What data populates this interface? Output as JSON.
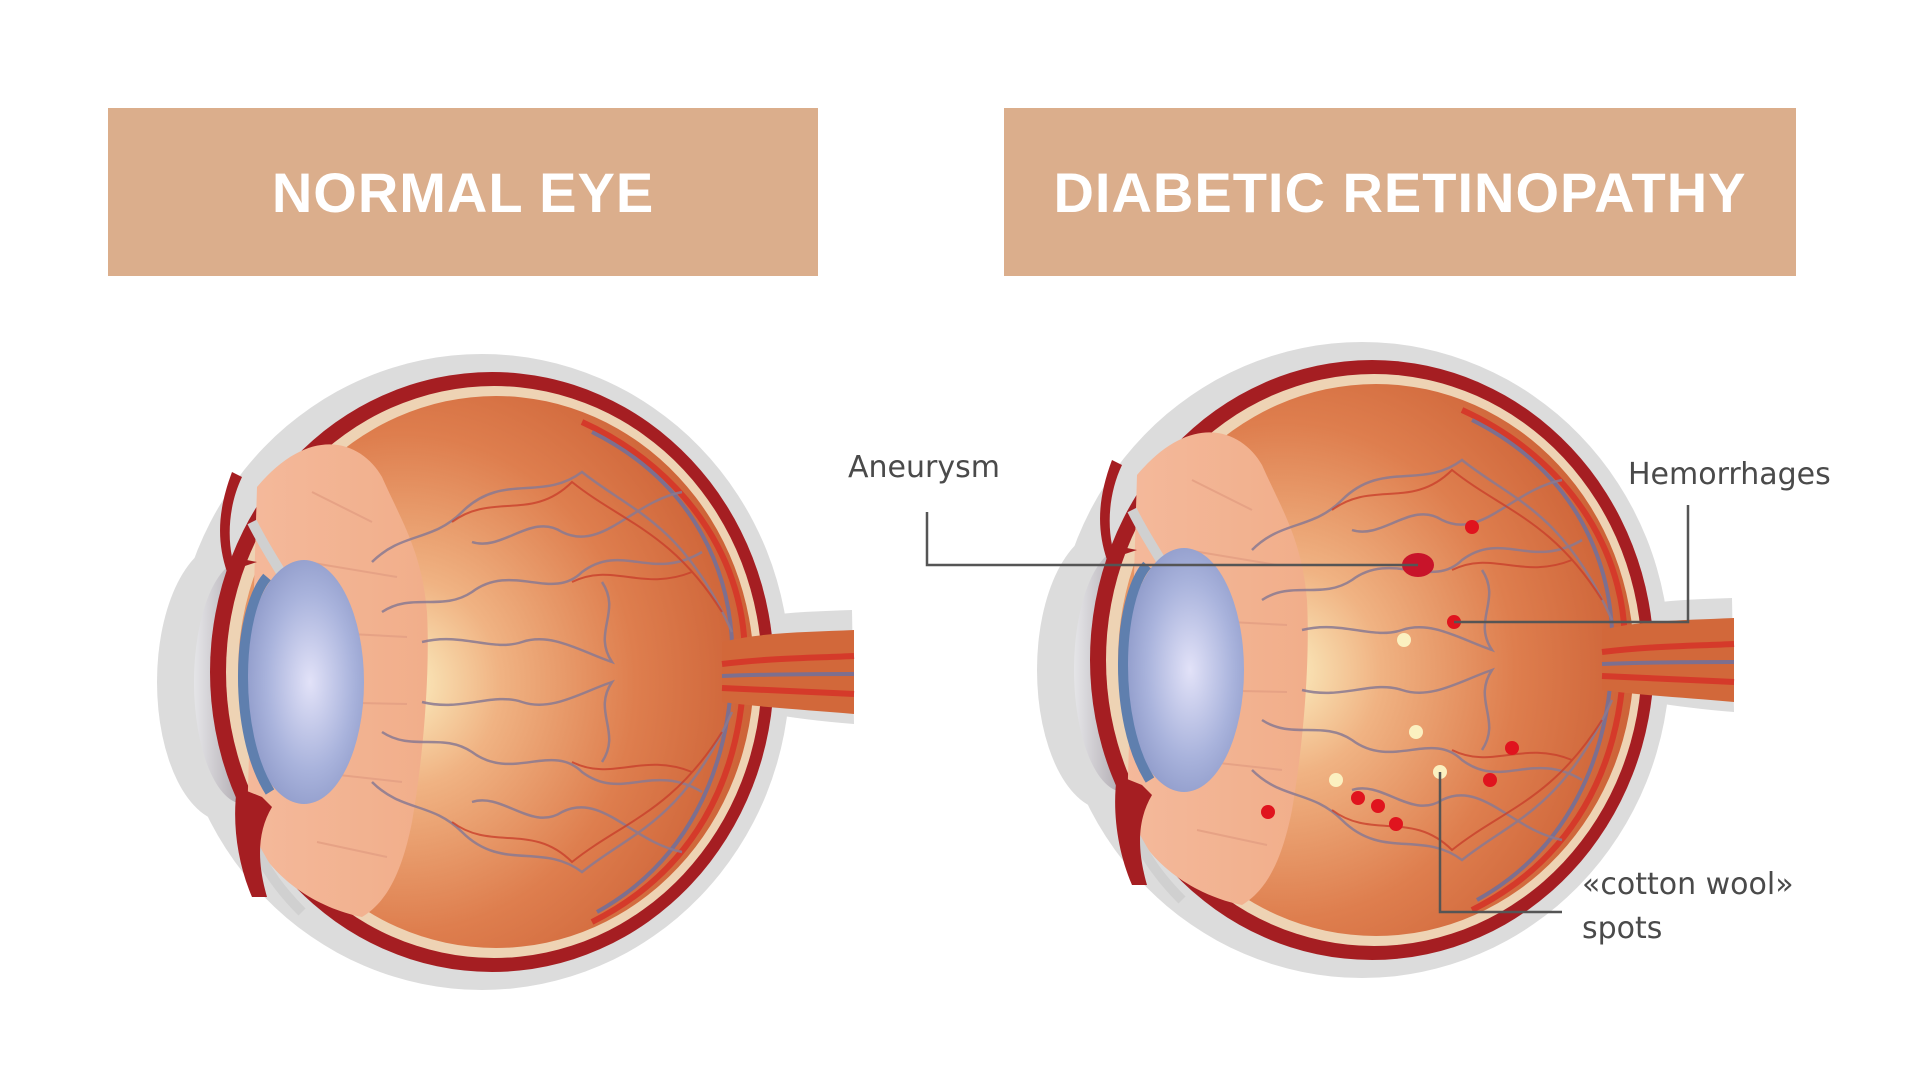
{
  "banners": {
    "left": {
      "label": "NORMAL EYE"
    },
    "right": {
      "label": "DIABETIC RETINOPATHY"
    }
  },
  "annotations": {
    "aneurysm": "Aneurysm",
    "hemorrhages": "Hemorrhages",
    "cotton_wool_line1": "«cotton wool»",
    "cotton_wool_line2": "spots"
  },
  "colors": {
    "banner_bg": "#dbae8c",
    "banner_text": "#ffffff",
    "label_text": "#4a4a4a",
    "sclera_outline": "#dcdcdc",
    "choroid": "#a51e22",
    "retina": "#d2683a",
    "hemorrhage": "#e0141e",
    "cotton_wool": "#fbf0c0",
    "lens": "#a9b3dc"
  },
  "figures": [
    {
      "name": "normal-eye",
      "title_ref": "banners.left.label"
    },
    {
      "name": "diabetic-retinopathy-eye",
      "title_ref": "banners.right.label",
      "findings": [
        "Aneurysm",
        "Hemorrhages",
        "«cotton wool» spots"
      ]
    }
  ]
}
